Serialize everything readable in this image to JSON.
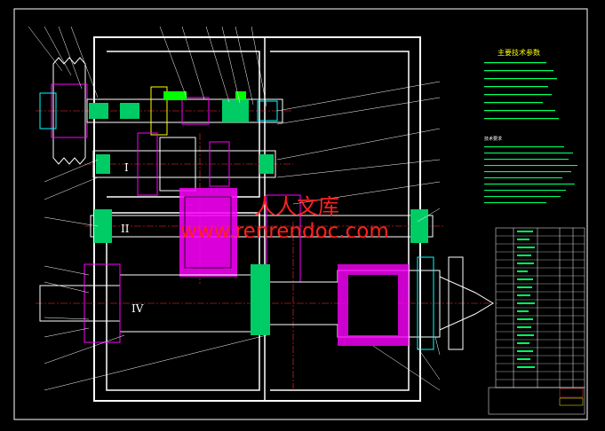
{
  "spec": {
    "title": "主要技术参数"
  },
  "tech_requirements": {
    "title": "技术要求"
  },
  "watermark": {
    "cjk": "人人文库",
    "url": "www.renrendoc.com"
  },
  "shaft_labels": [
    "I",
    "II",
    "IV"
  ],
  "colors": {
    "background": "#000000",
    "outline": "#ffffff",
    "centerline": "#ff3030",
    "gear_fill": "#ff00ff",
    "bearing_fill": "#00cc66",
    "annotation": "#ffff00",
    "watermark": "#ff2020"
  }
}
